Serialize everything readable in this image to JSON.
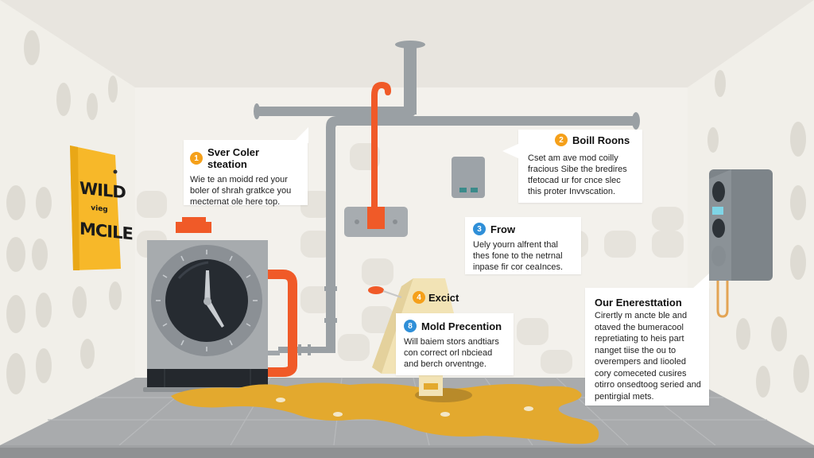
{
  "colors": {
    "ceiling": "#e8e5df",
    "back_wall": "#f3f1ec",
    "side_wall": "#f1efe9",
    "wall_spot": "#dedbd3",
    "floor": "#a9abad",
    "floor_tile_line": "#b9bbbd",
    "floor_edge": "#8d8f91",
    "pipe_gray": "#9aa0a4",
    "pipe_red": "#f05a28",
    "puddle": "#e3a92e",
    "sign_yellow": "#f7b829",
    "boiler_body": "#a7abae",
    "boiler_base": "#24282d",
    "dial_dark": "#262b31",
    "badge_orange": "#f5a01a",
    "badge_blue": "#2f8fd8",
    "panel_gray": "#7f868b",
    "panel_screen": "#7fd5e6",
    "caution_sign": "#f2e3b5"
  },
  "wall_sign": {
    "line1": "WILD",
    "line2": "vieg",
    "line3": "MCILE"
  },
  "callouts": [
    {
      "id": "callout-1",
      "badge": "1",
      "title": "Sver Coler steation",
      "body": "Wie te an moidd red your boler of shrah gratkce you mecternat ole here top."
    },
    {
      "id": "callout-2",
      "badge": "2",
      "title": "Boill Roons",
      "body": "Cset am ave mod coilly fracious Sibe the bredires tfetocad ur for cnce slec this proter Invvscation."
    },
    {
      "id": "callout-3",
      "badge": "3",
      "title": "Frow",
      "body": "Uely yourn alfrent thal thes fone to the netrnal inpase fir cor ceaInces."
    },
    {
      "id": "callout-4",
      "badge": "4",
      "title": "Excict",
      "body": ""
    },
    {
      "id": "callout-5",
      "badge": "8",
      "title": "Mold Precention",
      "body": "Will baiem stors andtiars con correct orl nbciead and berch orventnge."
    },
    {
      "id": "callout-6",
      "badge": "",
      "title": "Our Eneresttation",
      "body": "Cirertly m ancte ble and otaved the bumeracool repretiating to heis part nanget tiise the ou to overempers and Iiooled cory comeceted cusires otirro onsedtoog seried and pentirgial mets."
    }
  ],
  "devices": {
    "boiler": {
      "label": "boiler-with-pressure-gauge",
      "gauge_time": "5:00"
    },
    "control_panel": {
      "label": "wall-control-panel",
      "knobs": 3
    },
    "thermostat": {
      "label": "small-wall-thermostat"
    },
    "valve_plate": {
      "label": "pipe-valve-plate"
    },
    "caution_sign": {
      "label": "wet-floor-caution-sign"
    },
    "puddle": {
      "label": "leak-puddle"
    }
  }
}
